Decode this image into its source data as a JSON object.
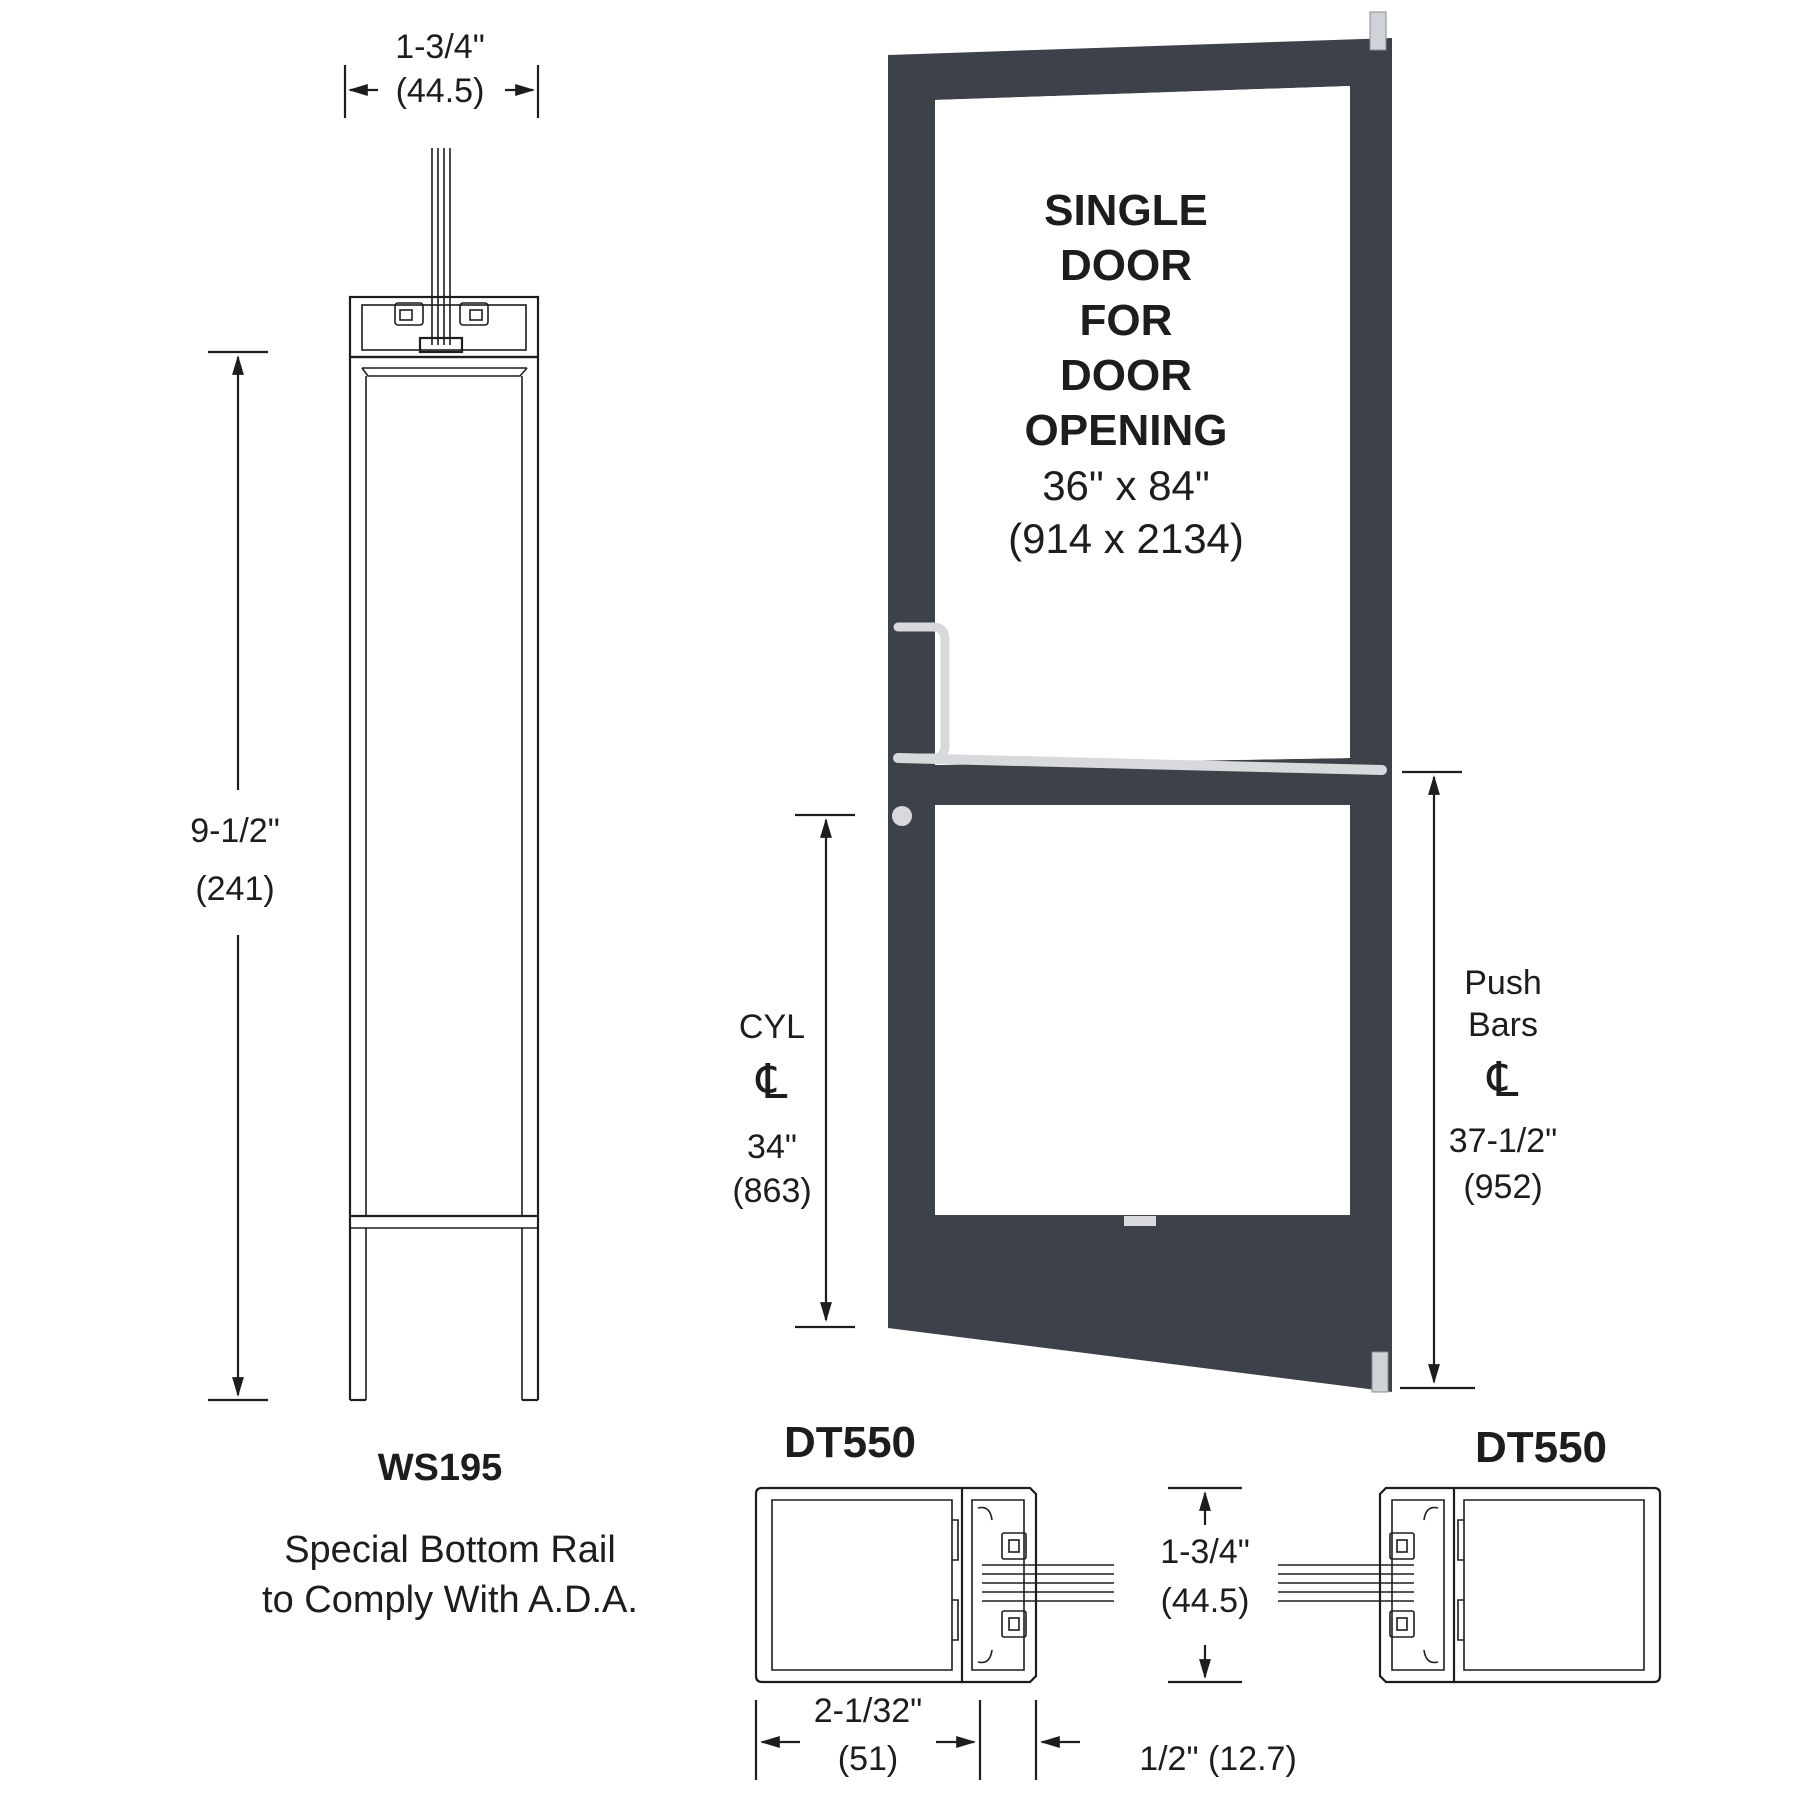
{
  "left_profile": {
    "width_dim": "1-3/4\"",
    "width_dim_mm": "(44.5)",
    "height_dim": "9-1/2\"",
    "height_dim_mm": "(241)",
    "model": "WS195",
    "description_line1": "Special Bottom Rail",
    "description_line2": "to Comply With A.D.A."
  },
  "door": {
    "title_lines": [
      "SINGLE",
      "DOOR",
      "FOR",
      "DOOR",
      "OPENING"
    ],
    "size_in": "36\" x 84\"",
    "size_mm": "(914 x 2134)",
    "frame_color": "#3d4149"
  },
  "cyl": {
    "label": "CYL",
    "centerline_symbol": "℄",
    "value_in": "34\"",
    "value_mm": "(863)"
  },
  "push_bars": {
    "label_line1": "Push",
    "label_line2": "Bars",
    "centerline_symbol": "℄",
    "value_in": "37-1/2\"",
    "value_mm": "(952)"
  },
  "stiles": {
    "left_model": "DT550",
    "right_model": "DT550",
    "depth_dim": "1-3/4\"",
    "depth_dim_mm": "(44.5)",
    "width_dim": "2-1/32\"",
    "width_dim_mm": "(51)",
    "gap_dim": "1/2\" (12.7)"
  }
}
